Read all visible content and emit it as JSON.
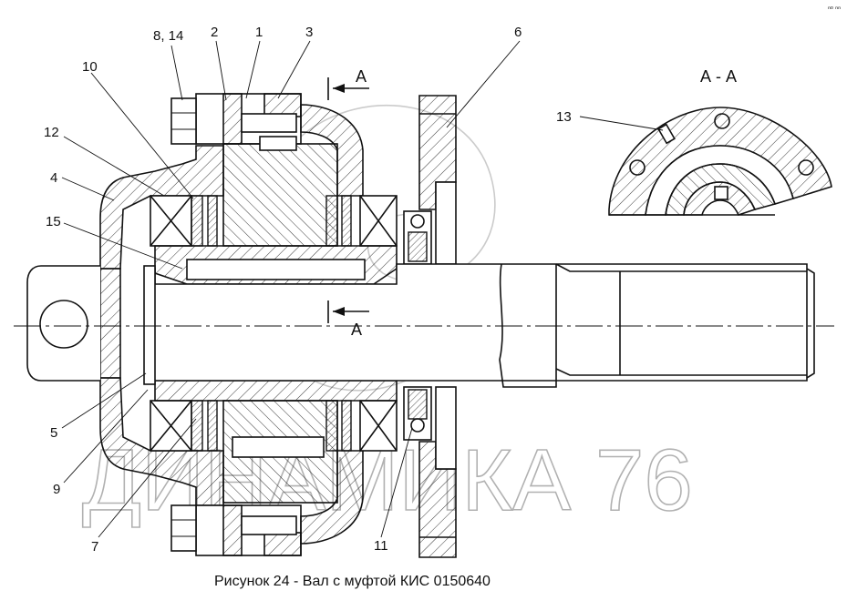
{
  "caption": "Рисунок 24 - Вал с муфтой КИС 0150640",
  "watermark": "ДИНАМИКА 76",
  "section_view_title": "А - А",
  "section_marks": {
    "top": "А",
    "bottom": "А"
  },
  "corner_mark": "ⁿᵒ ⁿⁿ",
  "callouts": {
    "c8_14": "8, 14",
    "c2": "2",
    "c1": "1",
    "c3": "3",
    "c6": "6",
    "c10": "10",
    "c12": "12",
    "c4": "4",
    "c15": "15",
    "c5": "5",
    "c9": "9",
    "c7": "7",
    "c11": "11",
    "c13": "13"
  }
}
